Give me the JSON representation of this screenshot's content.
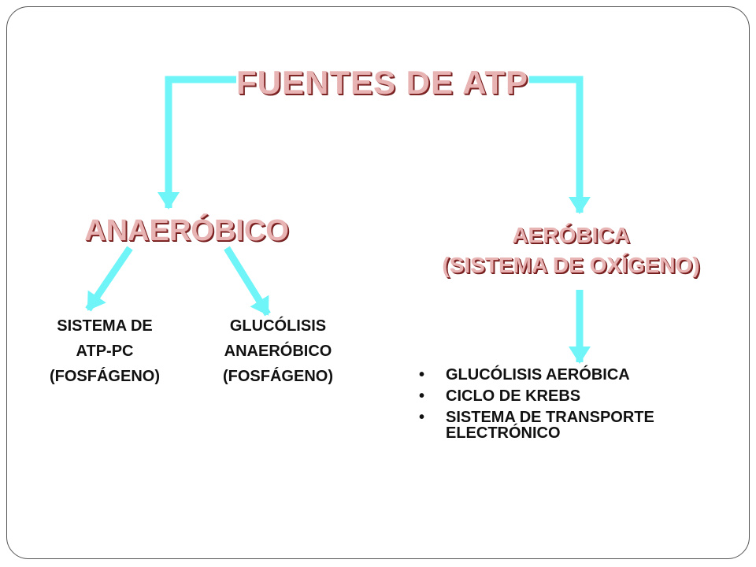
{
  "title": "FUENTES DE ATP",
  "anaerobic": {
    "heading": "ANAERÓBICO",
    "systems": [
      {
        "lines": [
          "SISTEMA DE",
          "ATP-PC",
          "(FOSFÁGENO)"
        ]
      },
      {
        "lines": [
          "GLUCÓLISIS",
          "ANAERÓBICO",
          "(FOSFÁGENO)"
        ]
      }
    ]
  },
  "aerobic": {
    "heading_lines": [
      "AERÓBICA",
      "(SISTEMA DE OXÍGENO)"
    ],
    "bullet": "•",
    "items": [
      "GLUCÓLISIS AERÓBICA",
      "CICLO DE KREBS",
      "SISTEMA DE TRANSPORTE ELECTRÓNICO"
    ]
  },
  "colors": {
    "arrow": "#6ff4f8",
    "heading_fill": "#e8b3b3",
    "heading_shadow": "#8c2a2a",
    "body_text": "#111111"
  }
}
